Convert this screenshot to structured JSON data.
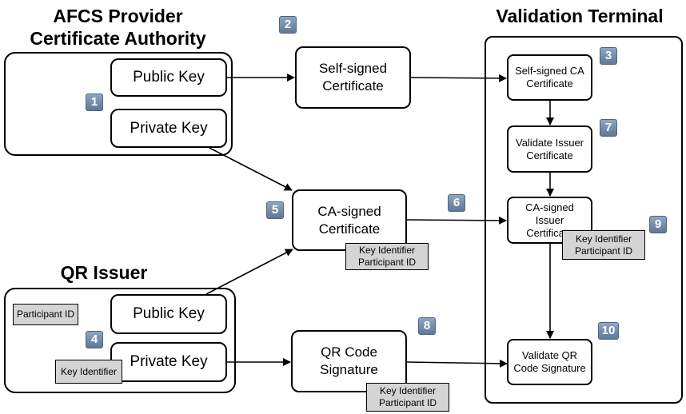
{
  "titles": {
    "ca": "AFCS Provider\nCertificate Authority",
    "terminal": "Validation Terminal",
    "issuer": "QR Issuer"
  },
  "ca": {
    "public_key": "Public Key",
    "private_key": "Private Key"
  },
  "issuer": {
    "public_key": "Public Key",
    "private_key": "Private Key",
    "participant_tag": "Participant ID",
    "key_identifier_tag": "Key Identifier"
  },
  "certs": {
    "self_signed": "Self-signed\nCertificate",
    "ca_signed": "CA-signed\nCertificate",
    "qr_signature": "QR Code\nSignature",
    "ca_signed_tag": "Key Identifier\nParticipant ID",
    "qr_signature_tag": "Key Identifier\nParticipant ID"
  },
  "terminal": {
    "self_signed_ca": "Self-signed CA\nCertificate",
    "validate_issuer": "Validate Issuer\nCertificate",
    "ca_signed_issuer": "CA-signed\nIssuer\nCertificate",
    "ca_signed_issuer_tag": "Key Identifier\nParticipant ID",
    "validate_qr": "Validate QR\nCode Signature"
  },
  "badges": [
    "1",
    "2",
    "3",
    "4",
    "5",
    "6",
    "7",
    "8",
    "9",
    "10"
  ],
  "colors": {
    "badge": "#6f88a8",
    "tag_fill": "#d4d4d4",
    "stroke": "#000000"
  }
}
